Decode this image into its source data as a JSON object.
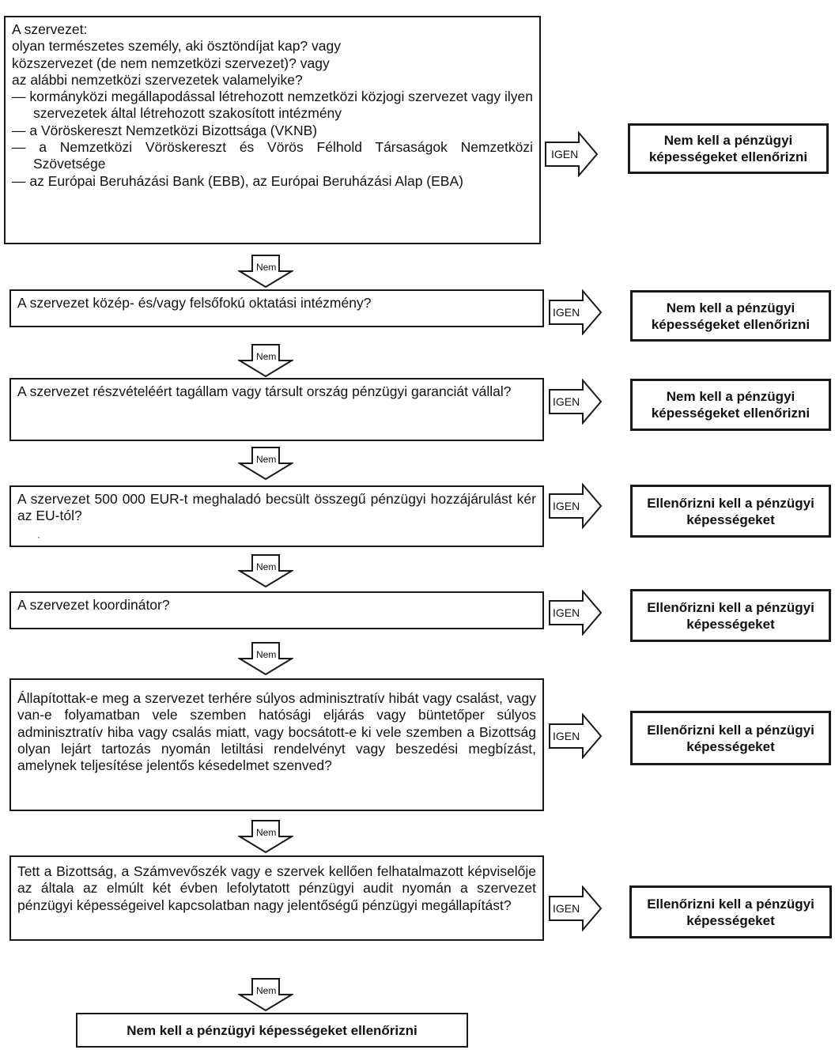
{
  "steps": [
    {
      "question_lines": [
        "A szervezet:",
        "olyan természetes személy, aki ösztöndíjat kap? vagy",
        "közszervezet (de nem nemzetközi szervezet)? vagy",
        "az alábbi nemzetközi szervezetek valamelyike?"
      ],
      "list_items": [
        "— kormányközi megállapodással létrehozott nemzetközi közjogi szervezet vagy ilyen szervezetek által létrehozott szakosított intézmény",
        "— a Vöröskereszt Nemzetközi Bizottsága (VKNB)",
        "— a Nemzetközi Vöröskereszt és Vörös Félhold Társaságok Nemzetközi Szövetsége",
        "— az Európai Beruházási Bank (EBB), az Európai Beruházási Alap (EBA)"
      ],
      "yes_label": "IGEN",
      "result": "Nem kell a pénzügyi képességeket ellenőrizni"
    },
    {
      "question": "A szervezet közép- és/vagy felsőfokú oktatási intézmény?",
      "yes_label": "IGEN",
      "result": "Nem kell a pénzügyi képességeket ellenőrizni"
    },
    {
      "question": "A szervezet részvételéért tagállam vagy társult ország pénzügyi garanciát vállal?",
      "yes_label": "IGEN",
      "result": "Nem kell a pénzügyi képességeket ellenőrizni"
    },
    {
      "question": "A szervezet 500 000 EUR-t meghaladó becsült összegű pénzügyi hozzájárulást kér az EU-tól?",
      "dot": "·",
      "yes_label": "IGEN",
      "result": "Ellenőrizni kell a pénzügyi képességeket"
    },
    {
      "question": "A szervezet koordinátor?",
      "yes_label": "IGEN",
      "result": "Ellenőrizni kell a pénzügyi képességeket"
    },
    {
      "question": "Állapítottak-e meg a szervezet terhére súlyos adminisztratív hibát vagy csalást, vagy van-e folyamatban vele szemben hatósági eljárás vagy büntetőper súlyos adminisztratív hiba vagy csalás miatt, vagy bocsátott-e ki vele szemben a Bizottság olyan lejárt tartozás nyomán letiltási rendelvényt vagy beszedési megbízást, amelynek teljesítése jelentős késedelmet szenved?",
      "yes_label": "IGEN",
      "result": "Ellenőrizni kell a pénzügyi képességeket"
    },
    {
      "question": "Tett a Bizottság, a Számvevőszék vagy e szervek kellően felhatalmazott képviselője az általa az elmúlt két évben lefolytatott pénzügyi audit nyomán a szervezet pénzügyi képességeivel kapcsolatban nagy jelentőségű pénzügyi megállapítást?",
      "yes_label": "IGEN",
      "result": "Ellenőrizni kell a pénzügyi képességeket"
    }
  ],
  "no_labels": [
    "Nem",
    "Nem",
    "Nem",
    "Nem",
    "Nem",
    "Nem",
    "Nem"
  ],
  "final_result": "Nem kell a pénzügyi képességeket ellenőrizni"
}
